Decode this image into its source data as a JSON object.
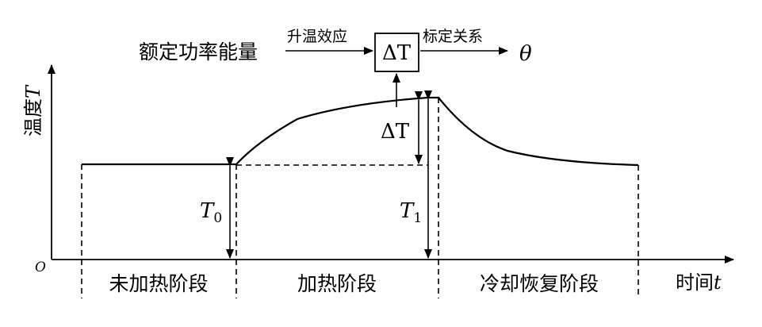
{
  "axes": {
    "y_label_text": "温度",
    "y_label_var": "T",
    "x_label_text": "时间",
    "x_label_var": "t",
    "origin": "O"
  },
  "phases": {
    "unheated": "未加热阶段",
    "heating": "加热阶段",
    "cooling": "冷却恢复阶段"
  },
  "flow": {
    "source": "额定功率能量",
    "arrow1_label": "升温效应",
    "box_label": "ΔT",
    "arrow2_label": "标定关系",
    "result": "θ"
  },
  "annotations": {
    "delta_t": "ΔT",
    "t0_main": "T",
    "t0_sub": "0",
    "t1_main": "T",
    "t1_sub": "1"
  },
  "colors": {
    "stroke": "#000000",
    "background": "#ffffff"
  }
}
